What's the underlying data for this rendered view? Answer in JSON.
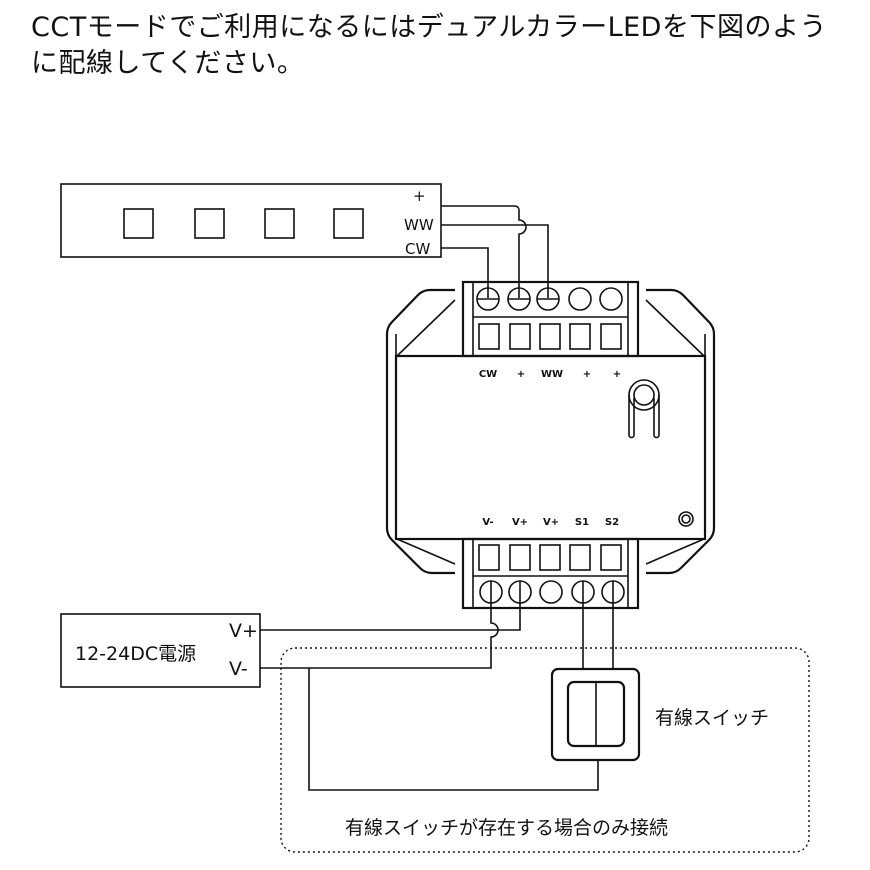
{
  "instruction": "CCTモードでご利用になるにはデュアルカラーLEDを下図のように配線してください。",
  "led_strip": {
    "pin_plus": "+",
    "pin_ww": "WW",
    "pin_cw": "CW"
  },
  "controller": {
    "top_terminals": [
      "CW",
      "+",
      "WW",
      "+",
      "+"
    ],
    "bottom_terminals": [
      "V-",
      "V+",
      "V+",
      "S1",
      "S2"
    ]
  },
  "power_supply": {
    "label": "12-24DC電源",
    "pin_vplus": "V+",
    "pin_vminus": "V-"
  },
  "switch": {
    "label": "有線スイッチ"
  },
  "optional_note": "有線スイッチが存在する場合のみ接続"
}
